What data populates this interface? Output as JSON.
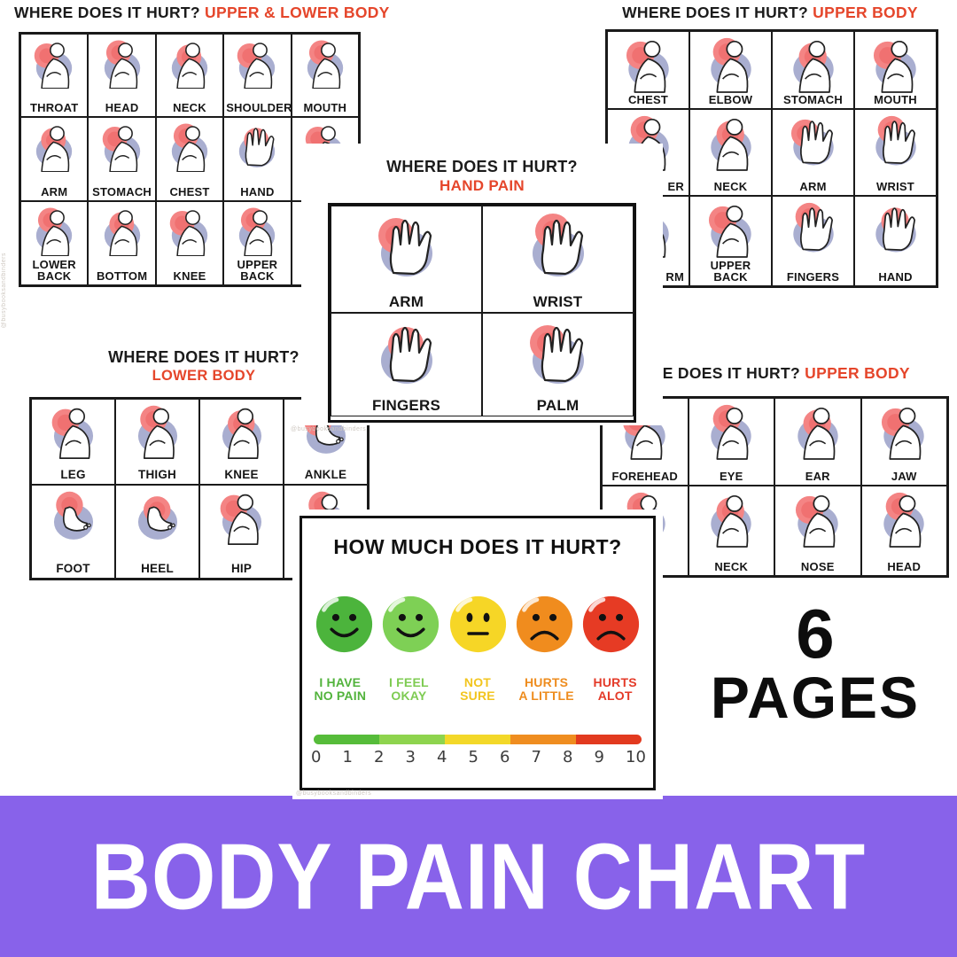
{
  "watermark": "@busybooksandbinders",
  "colors": {
    "accent_red": "#e5462b",
    "banner_purple": "#8862ea",
    "pain_spot_outer": "#f48484",
    "pain_spot_inner": "#ef6f6f",
    "shadow_lavender": "#a9aed0",
    "ink": "#1a1a1a"
  },
  "pages": {
    "upper_lower_body": {
      "title": "WHERE DOES IT HURT?",
      "subtitle": "UPPER & LOWER BODY",
      "cells": [
        {
          "label": "THROAT",
          "fig": "person"
        },
        {
          "label": "HEAD",
          "fig": "person"
        },
        {
          "label": "NECK",
          "fig": "person"
        },
        {
          "label": "SHOULDER",
          "fig": "person"
        },
        {
          "label": "MOUTH",
          "fig": "person"
        },
        {
          "label": "ARM",
          "fig": "person"
        },
        {
          "label": "STOMACH",
          "fig": "person"
        },
        {
          "label": "CHEST",
          "fig": "person"
        },
        {
          "label": "HAND",
          "fig": "hand"
        },
        {
          "label": "",
          "fig": "person"
        },
        {
          "label": "LOWER BACK",
          "fig": "person"
        },
        {
          "label": "BOTTOM",
          "fig": "person"
        },
        {
          "label": "KNEE",
          "fig": "person"
        },
        {
          "label": "UPPER BACK",
          "fig": "person"
        },
        {
          "label": "",
          "fig": "person"
        }
      ]
    },
    "upper_body_top": {
      "title": "WHERE DOES IT HURT?",
      "subtitle": "UPPER BODY",
      "cells": [
        {
          "label": "CHEST",
          "fig": "person"
        },
        {
          "label": "ELBOW",
          "fig": "person"
        },
        {
          "label": "STOMACH",
          "fig": "person"
        },
        {
          "label": "MOUTH",
          "fig": "person"
        },
        {
          "label": "ER",
          "fig": "person",
          "align": "right"
        },
        {
          "label": "NECK",
          "fig": "person"
        },
        {
          "label": "ARM",
          "fig": "hand"
        },
        {
          "label": "WRIST",
          "fig": "hand"
        },
        {
          "label": "RM",
          "fig": "person",
          "align": "right"
        },
        {
          "label": "UPPER BACK",
          "fig": "person"
        },
        {
          "label": "FINGERS",
          "fig": "hand"
        },
        {
          "label": "HAND",
          "fig": "hand"
        }
      ]
    },
    "hand_pain": {
      "title": "WHERE DOES IT HURT?",
      "subtitle": "HAND PAIN",
      "cells": [
        {
          "label": "ARM",
          "fig": "hand"
        },
        {
          "label": "WRIST",
          "fig": "hand"
        },
        {
          "label": "FINGERS",
          "fig": "hand"
        },
        {
          "label": "PALM",
          "fig": "hand"
        }
      ]
    },
    "lower_body": {
      "title": "WHERE DOES IT HURT?",
      "subtitle": "LOWER BODY",
      "cells": [
        {
          "label": "LEG",
          "fig": "person"
        },
        {
          "label": "THIGH",
          "fig": "person"
        },
        {
          "label": "KNEE",
          "fig": "person"
        },
        {
          "label": "ANKLE",
          "fig": "foot"
        },
        {
          "label": "FOOT",
          "fig": "foot"
        },
        {
          "label": "HEEL",
          "fig": "foot"
        },
        {
          "label": "HIP",
          "fig": "person"
        },
        {
          "label": "",
          "fig": "person"
        }
      ]
    },
    "upper_body_mid": {
      "title": "WHERE DOES IT HURT?",
      "subtitle": "UPPER BODY",
      "cells": [
        {
          "label": "FOREHEAD",
          "fig": "person"
        },
        {
          "label": "EYE",
          "fig": "person"
        },
        {
          "label": "EAR",
          "fig": "person"
        },
        {
          "label": "JAW",
          "fig": "person"
        },
        {
          "label": "",
          "fig": "person"
        },
        {
          "label": "NECK",
          "fig": "person"
        },
        {
          "label": "NOSE",
          "fig": "person"
        },
        {
          "label": "HEAD",
          "fig": "person"
        }
      ]
    },
    "pain_scale": {
      "title": "HOW MUCH DOES IT HURT?",
      "faces": [
        {
          "face_color": "#4cb43c",
          "mood": "smile",
          "label": "I HAVE\nNO PAIN",
          "label_color": "#52b33c"
        },
        {
          "face_color": "#7ed055",
          "mood": "smile",
          "label": "I FEEL\nOKAY",
          "label_color": "#7ecb52"
        },
        {
          "face_color": "#f6d626",
          "mood": "neutral",
          "label": "NOT\nSURE",
          "label_color": "#f2c51f"
        },
        {
          "face_color": "#f08c1e",
          "mood": "frown",
          "label": "HURTS\nA LITTLE",
          "label_color": "#ee8c1e"
        },
        {
          "face_color": "#e63b24",
          "mood": "frown",
          "label": "HURTS\nALOT",
          "label_color": "#e43a28"
        }
      ],
      "bar_colors": [
        "#56bc3a",
        "#8ed44e",
        "#f3d829",
        "#ef8d20",
        "#e23a1f"
      ],
      "numbers": [
        "0",
        "1",
        "2",
        "3",
        "4",
        "5",
        "6",
        "7",
        "8",
        "9",
        "10"
      ]
    }
  },
  "badge": {
    "count": "6",
    "label": "PAGES"
  },
  "banner": {
    "title": "BODY PAIN CHART"
  }
}
